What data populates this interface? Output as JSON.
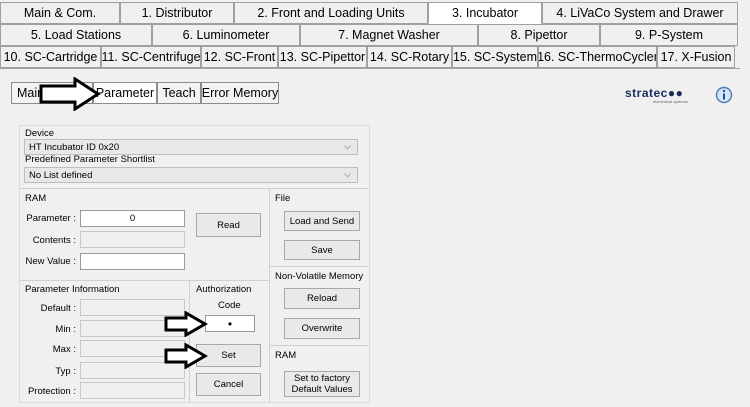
{
  "tabs_row1": [
    {
      "label": "Main & Com."
    },
    {
      "label": "1. Distributor"
    },
    {
      "label": "2. Front and Loading Units"
    },
    {
      "label": "3. Incubator"
    },
    {
      "label": "4. LiVaCo System and Drawer"
    }
  ],
  "tabs_row2": [
    {
      "label": "5. Load Stations"
    },
    {
      "label": "6. Luminometer"
    },
    {
      "label": "7. Magnet Washer"
    },
    {
      "label": "8. Pipettor"
    },
    {
      "label": "9. P-System"
    }
  ],
  "tabs_row3": [
    {
      "label": "10. SC-Cartridge"
    },
    {
      "label": "11. SC-Centrifuge"
    },
    {
      "label": "12. SC-Front"
    },
    {
      "label": "13. SC-Pipettor"
    },
    {
      "label": "14. SC-Rotary"
    },
    {
      "label": "15. SC-System"
    },
    {
      "label": "16. SC-ThermoCycler"
    },
    {
      "label": "17. X-Fusion"
    }
  ],
  "subtabs": {
    "main": "Main",
    "parameter": "Parameter",
    "teach": "Teach",
    "error_memory": "Error Memory"
  },
  "logo": {
    "text": "stratec",
    "tagline": "biomedical systems"
  },
  "info_icon": "info-icon",
  "device": {
    "label": "Device",
    "value": "HT Incubator ID 0x20"
  },
  "shortlist": {
    "label": "Predefined Parameter Shortlist",
    "value": "No List defined"
  },
  "ram": {
    "title": "RAM",
    "parameter_label": "Parameter :",
    "parameter_value": "0",
    "contents_label": "Contents :",
    "contents_value": "",
    "new_value_label": "New Value :",
    "new_value": "",
    "read_button": "Read"
  },
  "file": {
    "title": "File",
    "load_send": "Load and Send",
    "save": "Save"
  },
  "nvm": {
    "title": "Non-Volatile Memory",
    "reload": "Reload",
    "overwrite": "Overwrite"
  },
  "ram2": {
    "title": "RAM",
    "factory": "Set to factory Default Values"
  },
  "param_info": {
    "title": "Parameter Information",
    "default_label": "Default :",
    "min_label": "Min :",
    "max_label": "Max :",
    "typ_label": "Typ :",
    "protection_label": "Protection :"
  },
  "auth": {
    "title": "Authorization",
    "code_label": "Code",
    "code_value": "•",
    "set": "Set",
    "cancel": "Cancel"
  }
}
